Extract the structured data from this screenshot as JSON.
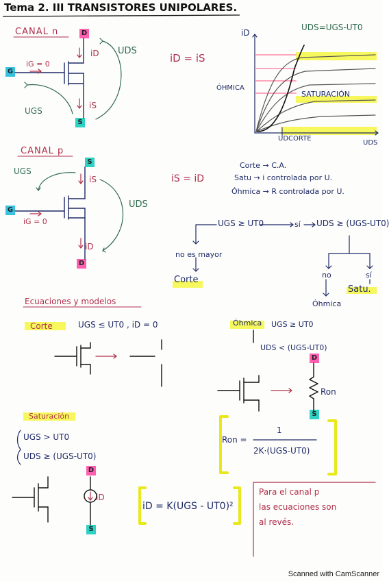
{
  "header": {
    "title": "Tema 2. III  TRANSISTORES UNIPOLARES."
  },
  "canal_n": {
    "label": "CANAL n",
    "tag_d": "D",
    "tag_g": "G",
    "tag_s": "S",
    "ig": "iG = 0",
    "id": "iD",
    "is": "iS",
    "uds": "UDS",
    "ugs": "UGS",
    "relation": "iD = iS"
  },
  "graph": {
    "y_label": "iD",
    "formula": "UDS=UGS-UT0",
    "ohmica": "ÓHMICA",
    "saturacion": "SATURACIÓN",
    "x_tick": "UDCORTE",
    "x_label": "UDS"
  },
  "canal_p": {
    "label": "CANAL p",
    "tag_s": "S",
    "tag_g": "G",
    "tag_d": "D",
    "ugs": "UGS",
    "is": "iS",
    "ig": "iG = 0",
    "id": "iD",
    "uds": "UDS",
    "relation": "iS = iD"
  },
  "regions": {
    "corte": "Corte → C.A.",
    "satu": "Satu → i controlada por U.",
    "ohmica": "Óhmica → R controlada por U."
  },
  "decision": {
    "cond1": "UGS ≥ UT0",
    "yes1": "sí",
    "cond2": "UDS ≥ (UGS-UT0)",
    "no_es_mayor": "no es mayor",
    "corte": "Corte",
    "no": "no",
    "si": "sí",
    "ohmica": "Óhmica",
    "satu": "Satu."
  },
  "equations": {
    "heading": "Ecuaciones y modelos",
    "corte_label": "Corte",
    "corte_cond": "UGS ≤ UT0 ,  iD = 0",
    "ohmica_label": "Óhmica",
    "ohmica_c1": "UGS ≥ UT0",
    "ohmica_c2": "UDS < (UGS-UT0)",
    "ron": "Ron",
    "ron_eq_lhs": "Ron =",
    "ron_num": "1",
    "ron_den": "2K·(UGS-UT0)",
    "tag_d": "D",
    "tag_s": "S",
    "sat_label": "Saturación",
    "sat_c1": "UGS > UT0",
    "sat_c2": "UDS ≥ (UGS-UT0)",
    "sat_id": "iD",
    "sat_eq": "iD = K(UGS - UT0)²",
    "note1": "Para el canal p",
    "note2": "las ecuaciones son",
    "note3": "al revés."
  },
  "footer": {
    "text": "Scanned with CamScanner"
  },
  "colors": {
    "ink": "#1e2a66",
    "red": "#b0304a",
    "green": "#2f6a4c",
    "yellow": "#f4f52a",
    "pink": "#ff5fb0",
    "teal": "#2fd1c4"
  }
}
